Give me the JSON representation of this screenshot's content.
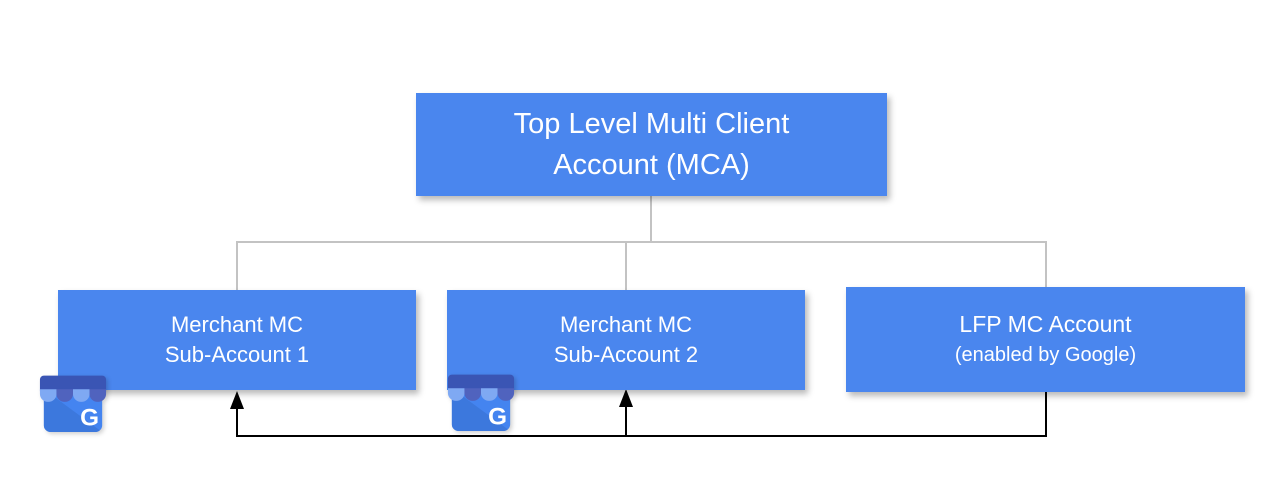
{
  "colors": {
    "box_fill": "#4A86EE",
    "box_text": "#FFFFFF",
    "connector_gray": "#C3C3C3",
    "arrow_black": "#000000",
    "page_bg": "#FFFFFF"
  },
  "nodes": {
    "mca": {
      "line1": "Top Level Multi Client",
      "line2": "Account (MCA)"
    },
    "sub1": {
      "line1": "Merchant MC",
      "line2": "Sub-Account 1"
    },
    "sub2": {
      "line1": "Merchant MC",
      "line2": "Sub-Account 2"
    },
    "lfp": {
      "line1": "LFP MC Account",
      "line2": "(enabled by Google)"
    }
  },
  "icons": {
    "sub1_badge": "google-business-profile-storefront-icon",
    "sub2_badge": "google-business-profile-storefront-icon"
  },
  "edges": {
    "tree": [
      {
        "from": "mca",
        "to": "sub1",
        "style": "gray-line"
      },
      {
        "from": "mca",
        "to": "sub2",
        "style": "gray-line"
      },
      {
        "from": "mca",
        "to": "lfp",
        "style": "gray-line"
      }
    ],
    "arrows": [
      {
        "from": "lfp",
        "to": "sub1",
        "style": "black-arrow"
      },
      {
        "from": "lfp",
        "to": "sub2",
        "style": "black-arrow"
      }
    ]
  }
}
